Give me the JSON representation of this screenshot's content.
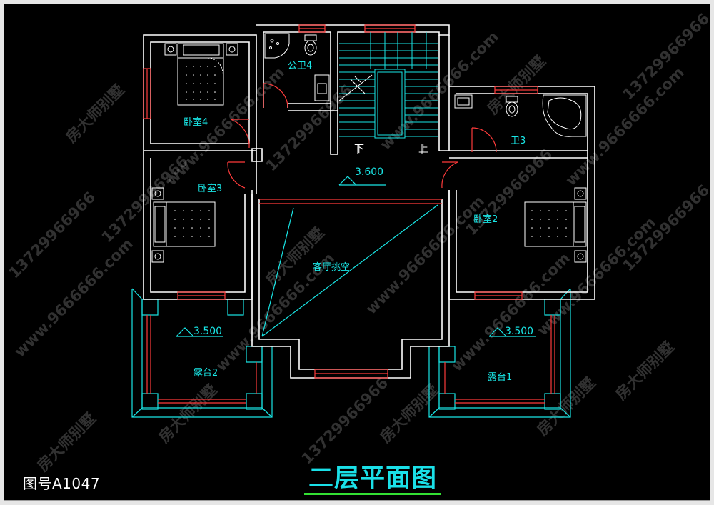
{
  "drawing_number": "图号A1047",
  "plan_title": "二层平面图",
  "rooms": {
    "bedroom4": "卧室4",
    "bedroom3": "卧室3",
    "bedroom2": "卧室2",
    "public_bath4": "公卫4",
    "bath3": "卫3",
    "living_void": "客厅挑空",
    "terrace2": "露台2",
    "terrace1": "露台1"
  },
  "levels": {
    "corridor": "3.600",
    "terrace2": "3.500",
    "terrace1": "3.500"
  },
  "stairs": {
    "down": "下",
    "up": "上"
  },
  "watermark": {
    "brand": "房大师别墅",
    "phone": "13729966966",
    "site": "www.9666666.com"
  },
  "colors": {
    "background": "#000000",
    "walls": "#ffffff",
    "windows": "#ff3b3b",
    "fixtures": "#19e6e6",
    "title": "#1ae0e8",
    "title_underline": "#33e033"
  }
}
